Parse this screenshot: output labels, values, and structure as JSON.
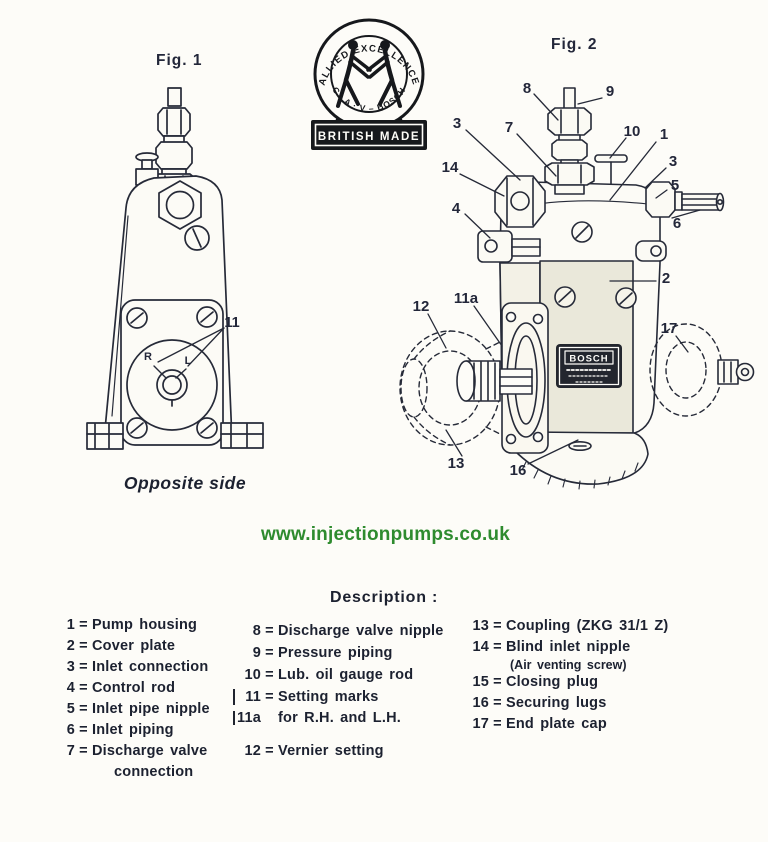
{
  "page": {
    "paper_color": "#fdfcf8",
    "ink_color": "#262a38",
    "accent_green": "#2e8b2e"
  },
  "figure1": {
    "label": "Fig. 1",
    "caption": "Opposite side",
    "callout_11": "11",
    "mark_r": "R",
    "mark_l": "L"
  },
  "logo": {
    "arc_top": "ALLIED EXCELLENCE",
    "arc_bottom": "· C · A · V – BOSCH ·",
    "banner": "BRITISH MADE"
  },
  "figure2": {
    "label": "Fig. 2",
    "nameplate_brand": "BOSCH",
    "callouts": [
      {
        "label": "8"
      },
      {
        "label": "9"
      },
      {
        "label": "3"
      },
      {
        "label": "7"
      },
      {
        "label": "10"
      },
      {
        "label": "1"
      },
      {
        "label": "14"
      },
      {
        "label": "3"
      },
      {
        "label": "5"
      },
      {
        "label": "4"
      },
      {
        "label": "6"
      },
      {
        "label": "2"
      },
      {
        "label": "12"
      },
      {
        "label": "11a"
      },
      {
        "label": "17"
      },
      {
        "label": "13"
      },
      {
        "label": "16"
      }
    ]
  },
  "website": {
    "url": "www.injectionpumps.co.uk"
  },
  "legend": {
    "heading": "Description :",
    "col1": [
      {
        "num": "1",
        "eq": "=",
        "text": "Pump housing"
      },
      {
        "num": "2",
        "eq": "=",
        "text": "Cover plate"
      },
      {
        "num": "3",
        "eq": "=",
        "text": "Inlet connection"
      },
      {
        "num": "4",
        "eq": "=",
        "text": "Control rod"
      },
      {
        "num": "5",
        "eq": "=",
        "text": "Inlet pipe nipple"
      },
      {
        "num": "6",
        "eq": "=",
        "text": "Inlet piping"
      },
      {
        "num": "7",
        "eq": "=",
        "text": "Discharge valve",
        "text2": "connection"
      }
    ],
    "col2": [
      {
        "num": "8",
        "eq": "=",
        "text": "Discharge valve nipple"
      },
      {
        "num": "9",
        "eq": "=",
        "text": "Pressure piping"
      },
      {
        "num": "10",
        "eq": "=",
        "text": "Lub. oil gauge rod"
      },
      {
        "num": "11",
        "eq": "=",
        "text": "Setting marks"
      },
      {
        "num": "11a",
        "eq": "",
        "text": "for R.H. and L.H."
      },
      {
        "num": "12",
        "eq": "=",
        "text": "Vernier setting"
      }
    ],
    "col3": [
      {
        "num": "13",
        "eq": "=",
        "text": "Coupling (ZKG 31/1 Z)"
      },
      {
        "num": "14",
        "eq": "=",
        "text": "Blind inlet nipple",
        "text2": "(Air venting screw)"
      },
      {
        "num": "15",
        "eq": "=",
        "text": "Closing plug"
      },
      {
        "num": "16",
        "eq": "=",
        "text": "Securing lugs"
      },
      {
        "num": "17",
        "eq": "=",
        "text": "End plate cap"
      }
    ]
  }
}
